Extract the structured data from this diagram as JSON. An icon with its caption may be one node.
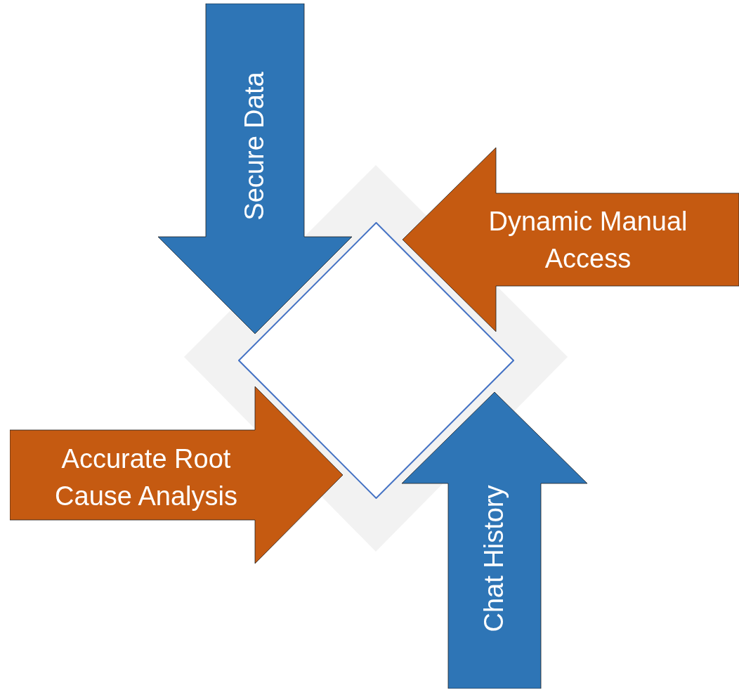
{
  "diagram": {
    "nodes": [
      {
        "text": [],
        "shape": "diamond"
      },
      {
        "text": [
          "Secure Data"
        ]
      },
      {
        "text": [
          "Dynamic Manual Access"
        ]
      },
      {
        "text": [
          "Accurate Root Cause Analysis"
        ]
      },
      {
        "text": [
          "Chat History"
        ]
      }
    ]
  }
}
